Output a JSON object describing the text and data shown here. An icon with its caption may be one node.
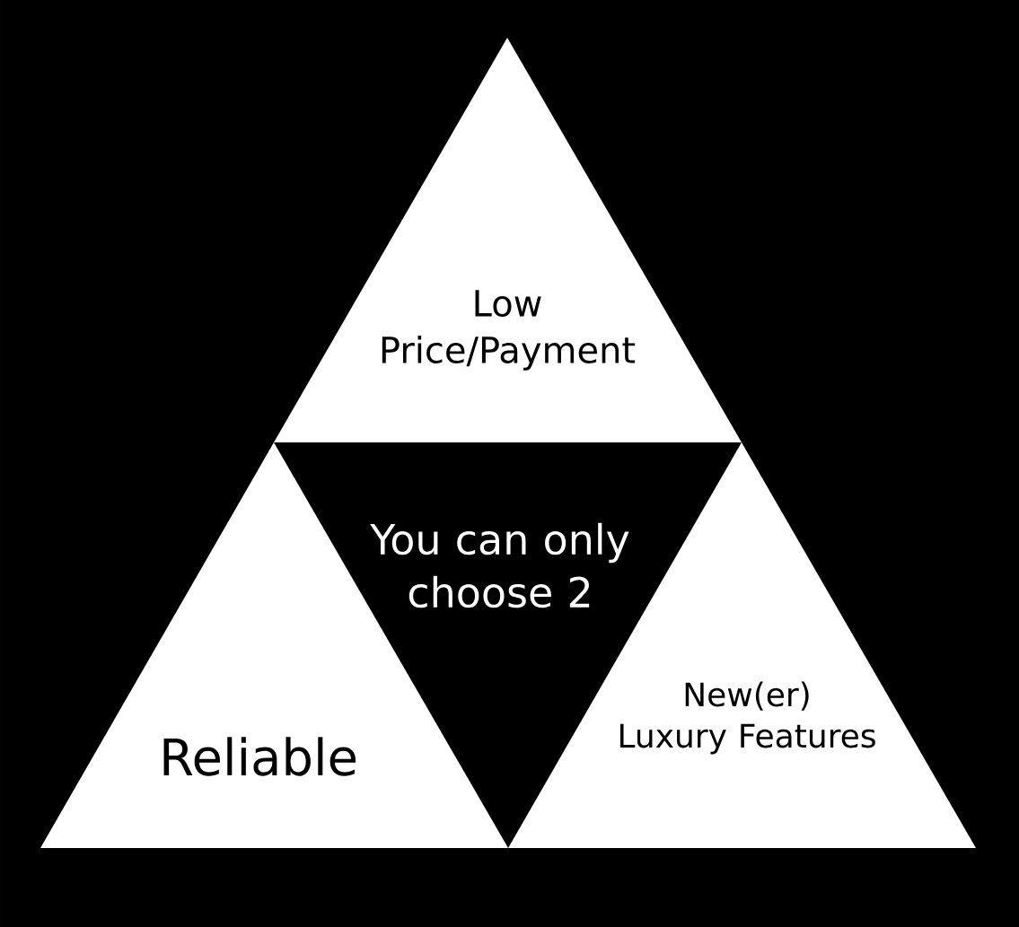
{
  "diagram": {
    "nodes": [
      {
        "text": [
          "Low Price/Payment"
        ]
      },
      {
        "text": [
          "You can only choose 2"
        ]
      },
      {
        "text": [
          "Reliable"
        ]
      },
      {
        "text": [
          "New(er) Luxury Features"
        ]
      }
    ]
  }
}
